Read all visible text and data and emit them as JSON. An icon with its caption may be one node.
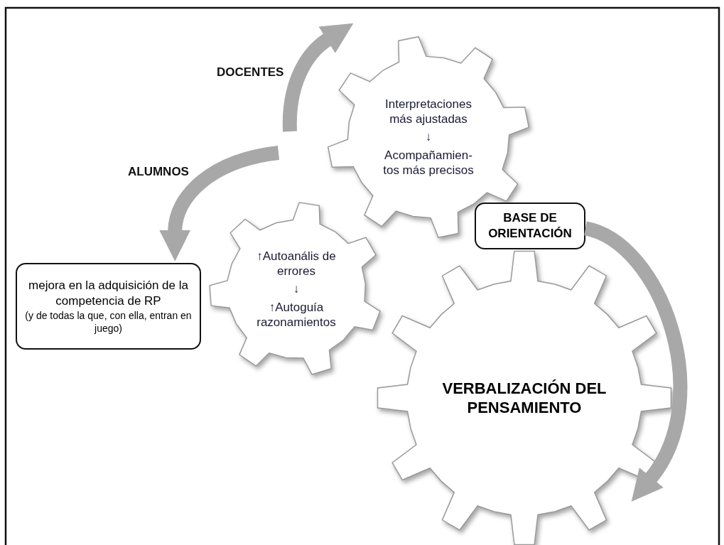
{
  "diagram": {
    "nodes": [
      {
        "text": [
          "Interpretaciones más ajustadas",
          "↓",
          "Acompañamien- tos más precisos"
        ]
      },
      {
        "text": [
          "BASE DE ORIENTACIÓN"
        ]
      },
      {
        "text": [
          "↑Autoanális de errores",
          "↓",
          "↑Autoguía razonamientos"
        ]
      },
      {
        "text": [
          "mejora en la adquisición de la competencia de RP",
          "(y de todas la que, con ella, entran en juego)"
        ]
      },
      {
        "text": [
          "VERBALIZACIÓN DEL PENSAMIENTO"
        ]
      }
    ],
    "edges": [
      {
        "from": null,
        "to": 3,
        "arrow": "to",
        "label": "ALUMNOS"
      },
      {
        "from": 1,
        "to": 4,
        "arrow": "to"
      }
    ],
    "labels": [
      "DOCENTES"
    ]
  }
}
